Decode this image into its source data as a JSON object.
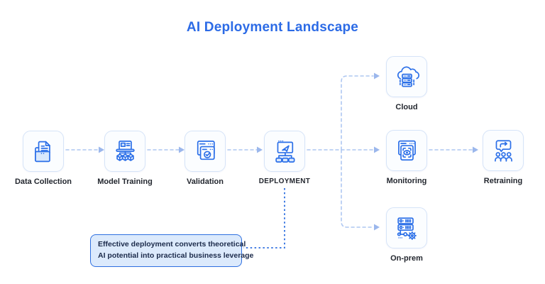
{
  "title": "AI Deployment Landscape",
  "colors": {
    "title": "#2C6BE6",
    "icon_accent": "#2B6FE8",
    "icon_fill_light": "#D9E8FC",
    "node_border": "#D6E4F8",
    "node_bg": "#FBFDFF",
    "flow_dash": "#AEC7F1",
    "flow_arrowhead": "#9BB7EC",
    "callout_border": "#2E6FE0",
    "callout_bg": "#DCEAFC",
    "label_text": "#23272F"
  },
  "nodes": [
    {
      "id": "data-collection",
      "label": "Data Collection",
      "icon": "folder-document-icon"
    },
    {
      "id": "model-training",
      "label": "Model Training",
      "icon": "laptop-cubes-icon"
    },
    {
      "id": "validation",
      "label": "Validation",
      "icon": "window-checkmark-icon"
    },
    {
      "id": "deployment",
      "label": "DEPLOYMENT",
      "icon": "window-launch-tree-icon"
    },
    {
      "id": "cloud",
      "label": "Cloud",
      "icon": "cloud-servers-icon"
    },
    {
      "id": "monitoring",
      "label": "Monitoring",
      "icon": "window-eye-scan-icon"
    },
    {
      "id": "on-prem",
      "label": "On-prem",
      "icon": "servers-gear-icon"
    },
    {
      "id": "retraining",
      "label": "Retraining",
      "icon": "chat-arrow-people-icon"
    }
  ],
  "callout": {
    "line1": "Effective deployment converts theoretical",
    "line2": "AI potential into practical business leverage"
  }
}
